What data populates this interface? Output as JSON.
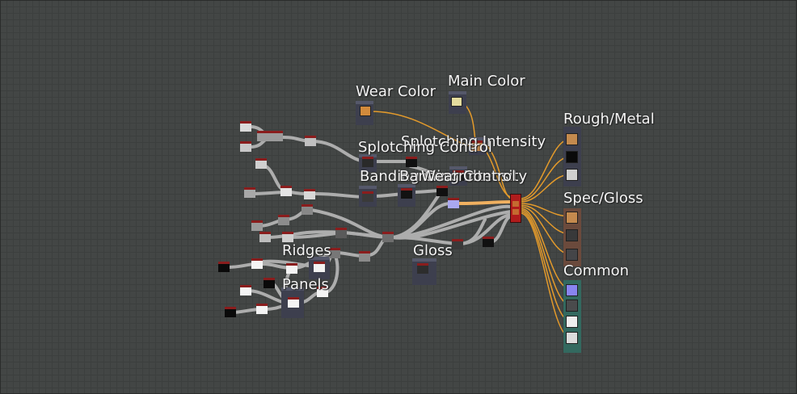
{
  "graph": {
    "frames": {
      "wear_color": "Wear Color",
      "main_color": "Main Color",
      "splotching_control": "Splotching Control",
      "splotching_intensity": "Splotching  Intensity",
      "banding_control": "Banding Control",
      "banding_intensity": "Banding Intensity",
      "wear_control": "Wear Control",
      "ridges": "Ridges",
      "panels": "Panels",
      "gloss": "Gloss"
    },
    "outputs": {
      "rough_metal": "Rough/Metal",
      "spec_gloss": "Spec/Gloss",
      "common": "Common"
    },
    "colors": {
      "background": "#434645",
      "wire_gray": "#b9b9b9",
      "wire_orange": "#e39a2b",
      "node_header": "#8a1d1d",
      "wear_color_swatch": "#d28a3c",
      "main_color_swatch": "#e4dc9e",
      "uniform_violet": "#a9a8f0",
      "spec_gloss_bg": "#6b4a3c",
      "common_bg": "#33695f",
      "rough_metal_bg": "#3d3f4e"
    }
  }
}
